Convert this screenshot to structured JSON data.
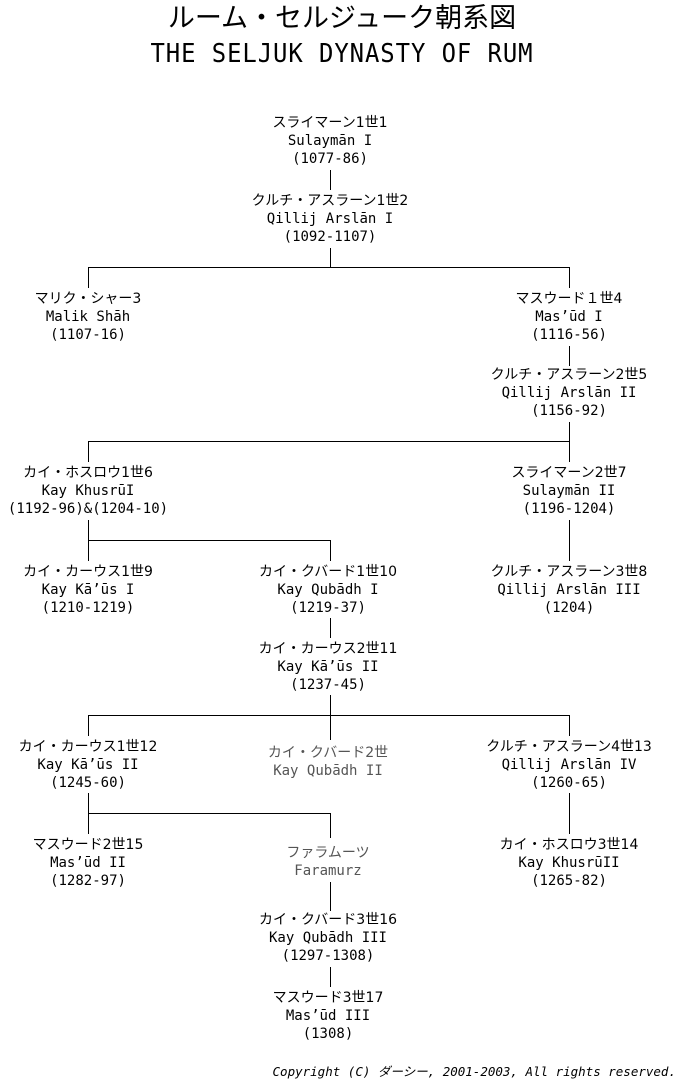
{
  "title": {
    "ja": "ルーム・セルジューク朝系図",
    "en": "THE SELJUK DYNASTY OF RUM"
  },
  "nodes": [
    {
      "ja": "スライマーン1世1",
      "en": "Sulaymān I",
      "yr": "(1077-86)"
    },
    {
      "ja": "クルチ・アスラーン1世2",
      "en": "Qillij Arslān I",
      "yr": "(1092-1107)"
    },
    {
      "ja": "マリク・シャー3",
      "en": "Malik Shāh",
      "yr": "(1107-16)"
    },
    {
      "ja": "マスウード１世4",
      "en": "Mas’ūd I",
      "yr": "(1116-56)"
    },
    {
      "ja": "クルチ・アスラーン2世5",
      "en": "Qillij Arslān II",
      "yr": "(1156-92)"
    },
    {
      "ja": "カイ・ホスロウ1世6",
      "en": "Kay KhusrūI",
      "yr": "(1192-96)&(1204-10)"
    },
    {
      "ja": "スライマーン2世7",
      "en": "Sulaymān II",
      "yr": "(1196-1204)"
    },
    {
      "ja": "カイ・カーウス1世9",
      "en": "Kay Kā’ūs I",
      "yr": "(1210-1219)"
    },
    {
      "ja": "カイ・クバード1世10",
      "en": "Kay Qubādh I",
      "yr": "(1219-37)"
    },
    {
      "ja": "クルチ・アスラーン3世8",
      "en": "Qillij Arslān III",
      "yr": "(1204)"
    },
    {
      "ja": "カイ・カーウス2世11",
      "en": "Kay Kā’ūs II",
      "yr": "(1237-45)"
    },
    {
      "ja": "カイ・カーウス1世12",
      "en": "Kay Kā’ūs II",
      "yr": "(1245-60)"
    },
    {
      "ja": "カイ・クバード2世",
      "en": "Kay Qubādh II",
      "yr": ""
    },
    {
      "ja": "クルチ・アスラーン4世13",
      "en": "Qillij Arslān IV",
      "yr": "(1260-65)"
    },
    {
      "ja": "マスウード2世15",
      "en": "Mas’ūd II",
      "yr": "(1282-97)"
    },
    {
      "ja": "ファラムーツ",
      "en": "Faramurz",
      "yr": ""
    },
    {
      "ja": "カイ・ホスロウ3世14",
      "en": "Kay KhusrūII",
      "yr": "(1265-82)"
    },
    {
      "ja": "カイ・クバード3世16",
      "en": "Kay Qubādh III",
      "yr": "(1297-1308)"
    },
    {
      "ja": "マスウード3世17",
      "en": "Mas’ūd III",
      "yr": "(1308)"
    }
  ],
  "copyright": "Copyright (C) ダーシー, 2001-2003, All rights reserved."
}
